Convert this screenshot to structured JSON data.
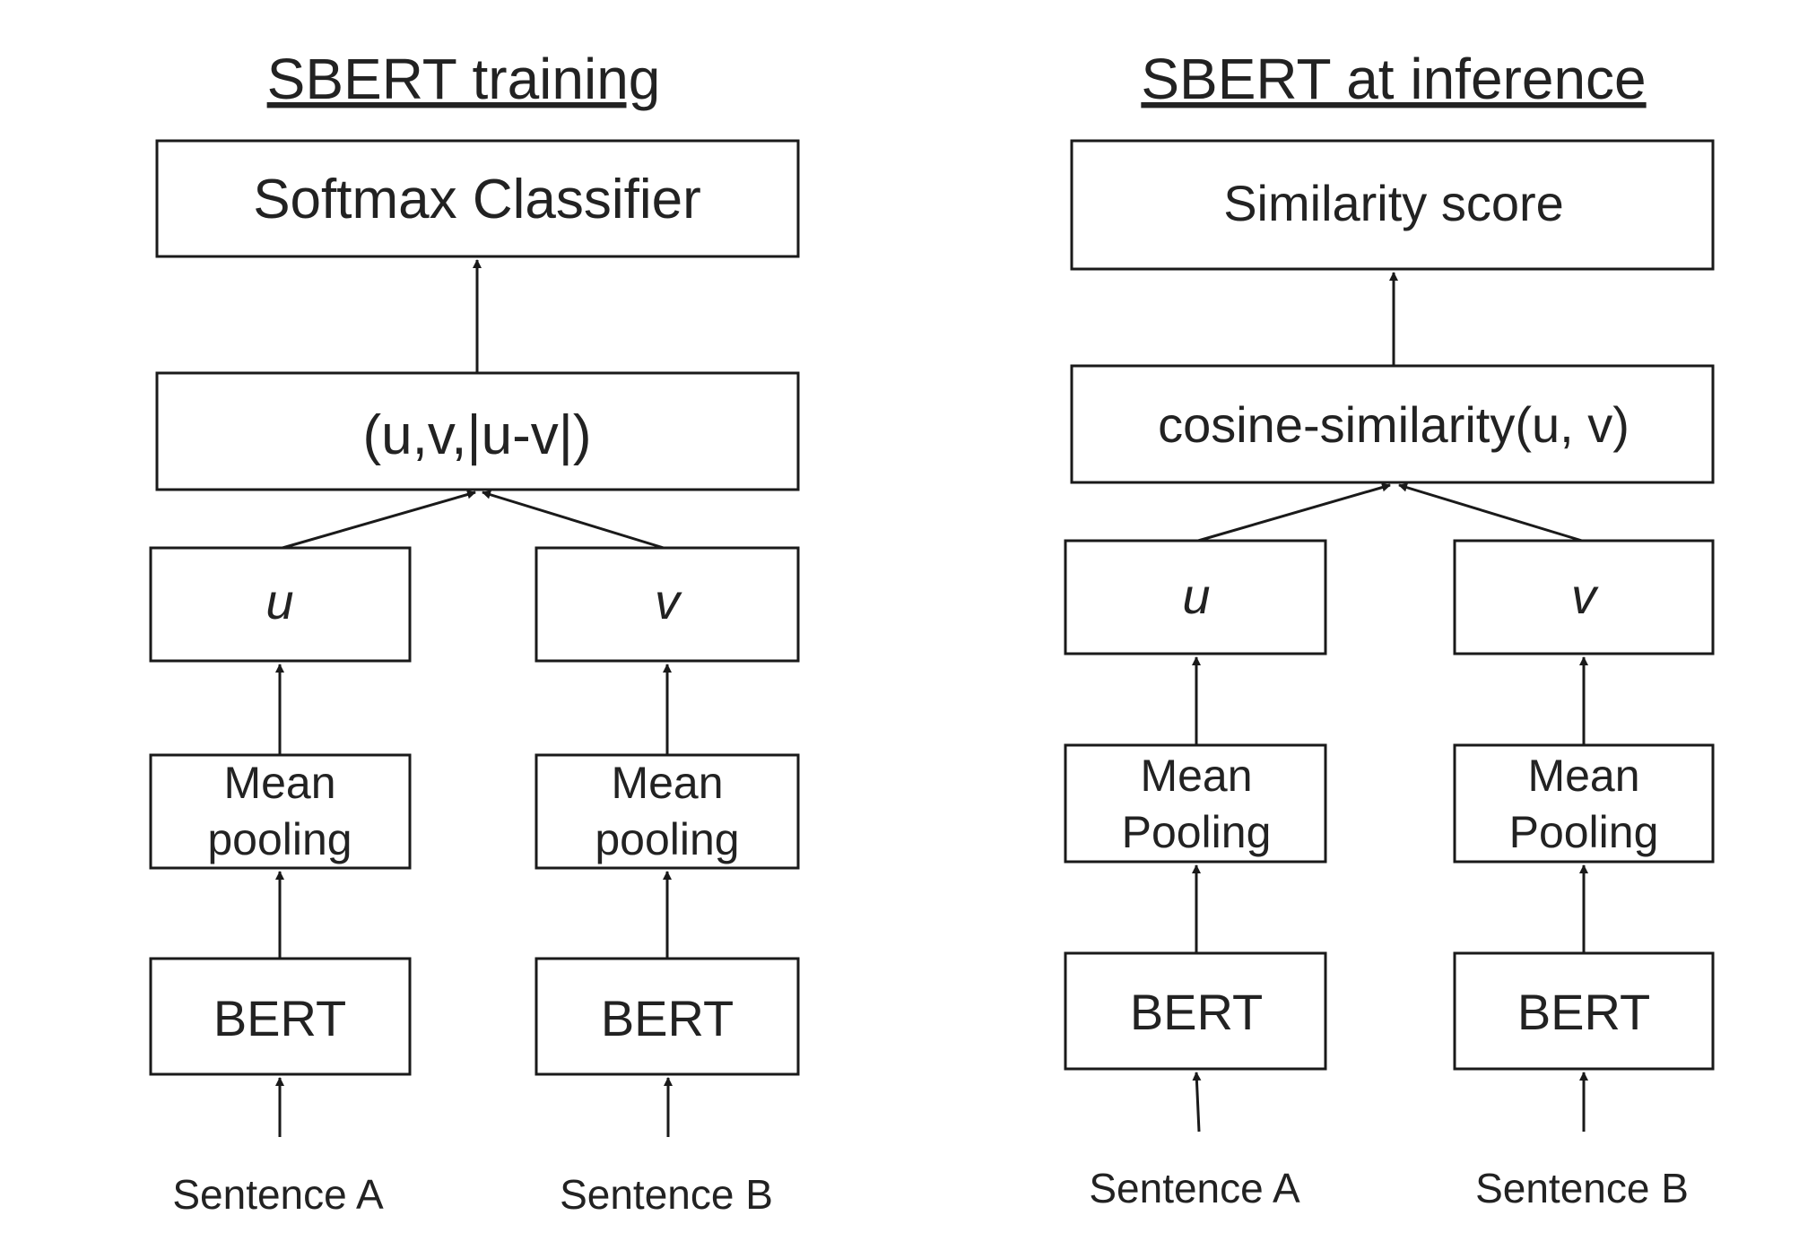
{
  "training": {
    "title": "SBERT training",
    "top": "Softmax Classifier",
    "concat": "(u,v,|u-v|)",
    "u": "u",
    "v": "v",
    "pool_a": [
      "Mean",
      "pooling"
    ],
    "pool_b": [
      "Mean",
      "pooling"
    ],
    "bert_a": "BERT",
    "bert_b": "BERT",
    "input_a": "Sentence A",
    "input_b": "Sentence B"
  },
  "inference": {
    "title": "SBERT at inference",
    "top": "Similarity score",
    "concat": "cosine-similarity(u, v)",
    "u": "u",
    "v": "v",
    "pool_a": [
      "Mean",
      "Pooling"
    ],
    "pool_b": [
      "Mean",
      "Pooling"
    ],
    "bert_a": "BERT",
    "bert_b": "BERT",
    "input_a": "Sentence A",
    "input_b": "Sentence B"
  }
}
